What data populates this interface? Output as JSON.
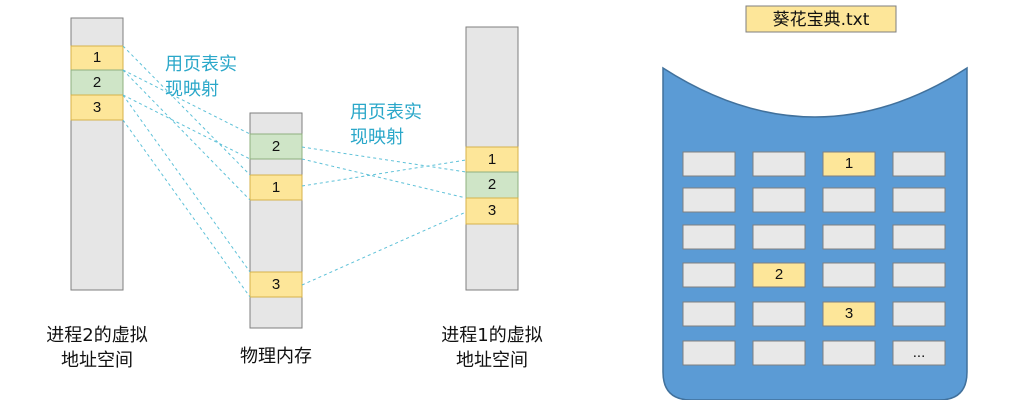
{
  "labels": {
    "process2": [
      "进程2的虚拟",
      "地址空间"
    ],
    "physical": "物理内存",
    "process1": [
      "进程1的虚拟",
      "地址空间"
    ],
    "mapping1": [
      "用页表实",
      "现映射"
    ],
    "mapping2": [
      "用页表实",
      "现映射"
    ],
    "file_title": "葵花宝典.txt"
  },
  "process2_pages": [
    "1",
    "2",
    "3"
  ],
  "physical_pages": [
    "2",
    "1",
    "3"
  ],
  "process1_pages": [
    "1",
    "2",
    "3"
  ],
  "disk_blocks": [
    [
      "",
      "",
      "1",
      ""
    ],
    [
      "",
      "",
      "",
      ""
    ],
    [
      "",
      "",
      "",
      ""
    ],
    [
      "",
      "2",
      "",
      ""
    ],
    [
      "",
      "",
      "3",
      ""
    ],
    [
      "",
      "",
      "",
      "..."
    ]
  ],
  "colors": {
    "page_yellow": "#fde699",
    "page_green": "#cfe5c7",
    "disk_blue": "#5b9bd5",
    "mapping_line": "#5ec1d8",
    "annotation_text": "#2aa7c9"
  }
}
